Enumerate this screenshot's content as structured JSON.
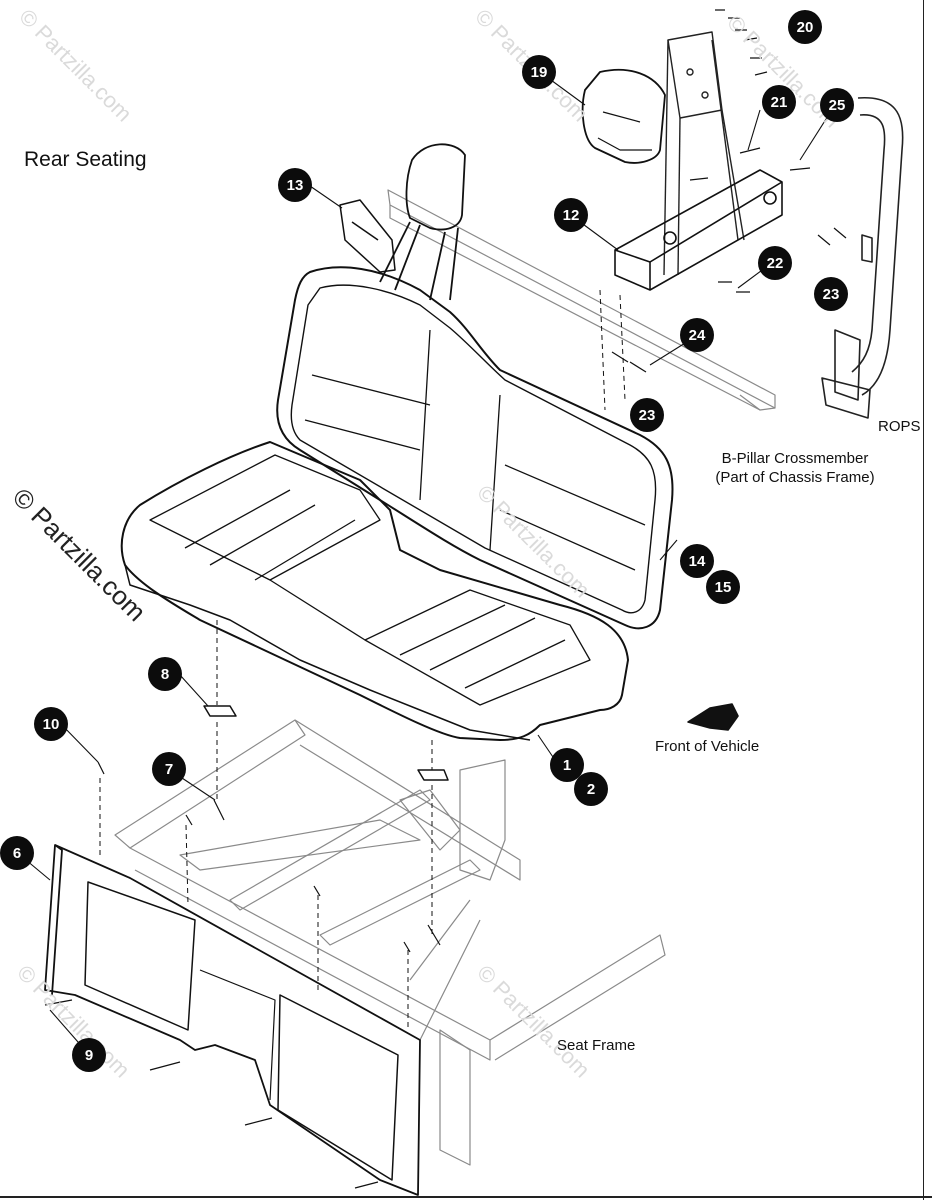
{
  "title": "Rear Seating",
  "watermarks": [
    "© Partzilla.com",
    "© Partzilla.com",
    "© Partzilla.com",
    "© Partzilla.com",
    "© Partzilla.com",
    "© Partzilla.com"
  ],
  "brand_watermark": "© Partzilla.com",
  "labels": {
    "rops": "ROPS",
    "b_pillar_1": "B-Pillar Crossmember",
    "b_pillar_2": "(Part of Chassis Frame)",
    "front": "Front of Vehicle",
    "seat_frame": "Seat Frame"
  },
  "callouts": [
    "20",
    "19",
    "21",
    "25",
    "13",
    "12",
    "22",
    "23",
    "24",
    "23",
    "14",
    "15",
    "8",
    "10",
    "7",
    "1",
    "2",
    "6",
    "9"
  ],
  "colors": {
    "callout_bg": "#0c0c0c",
    "line": "#111111",
    "ghost": "#9a9a9a",
    "watermark": "#dadada"
  }
}
